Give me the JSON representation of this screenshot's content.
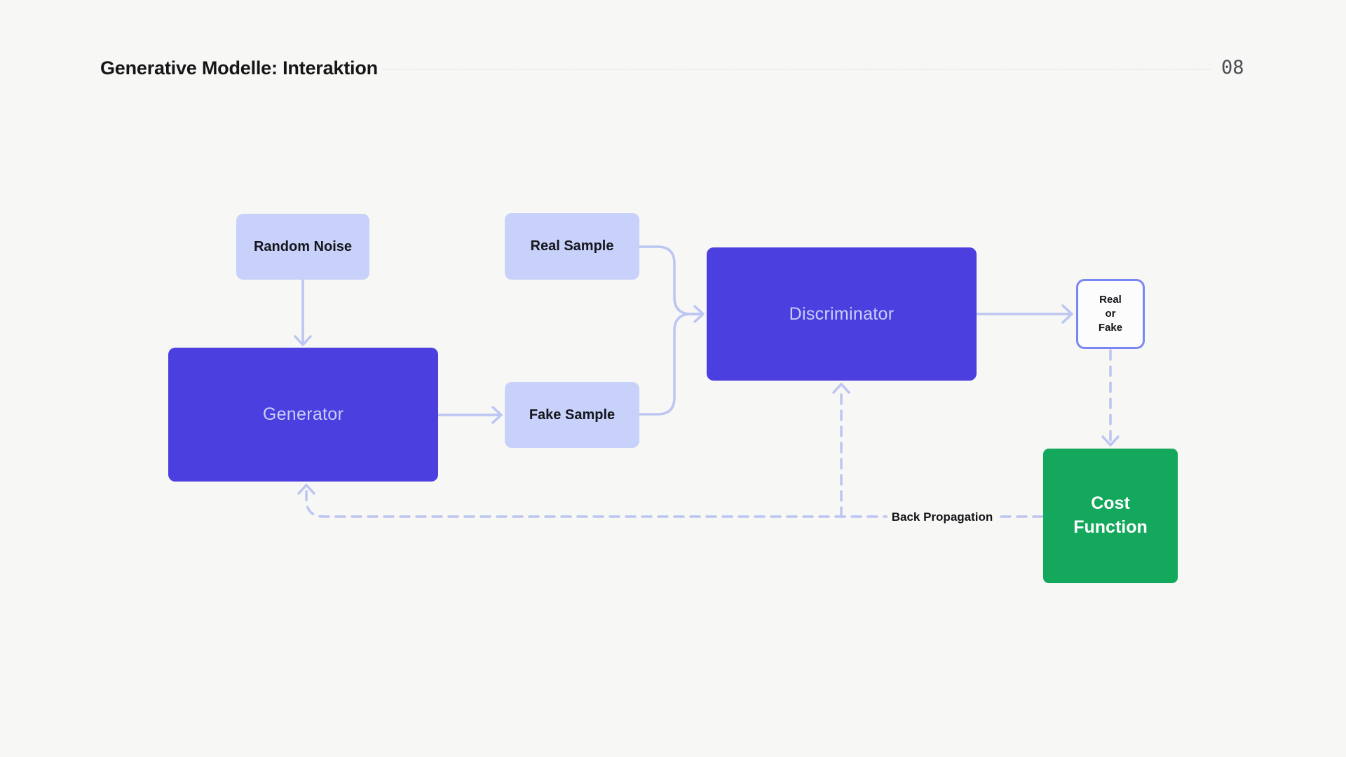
{
  "header": {
    "title": "Generative Modelle: Interaktion",
    "page_number": "08"
  },
  "diagram": {
    "nodes": {
      "random_noise": {
        "label": "Random Noise"
      },
      "real_sample": {
        "label": "Real Sample"
      },
      "generator": {
        "label": "Generator"
      },
      "fake_sample": {
        "label": "Fake Sample"
      },
      "discriminator": {
        "label": "Discriminator"
      },
      "real_or_fake": {
        "line1": "Real",
        "line2": "or",
        "line3": "Fake"
      },
      "cost_function": {
        "line1": "Cost",
        "line2": "Function"
      }
    },
    "edge_labels": {
      "back_propagation": "Back Propagation"
    }
  },
  "colors": {
    "background": "#f7f7f5",
    "accent_indigo": "#4c3fe0",
    "node_light": "#c7d1f9",
    "node_green": "#14a85c",
    "connector": "#bcc6f2",
    "outline_purple": "#7b87f0",
    "text_dark": "#15151c",
    "text_on_indigo": "#c7d0f8",
    "text_on_green": "#ffffff",
    "page_number": "#4b4f55",
    "divider": "#e7e7e4"
  }
}
